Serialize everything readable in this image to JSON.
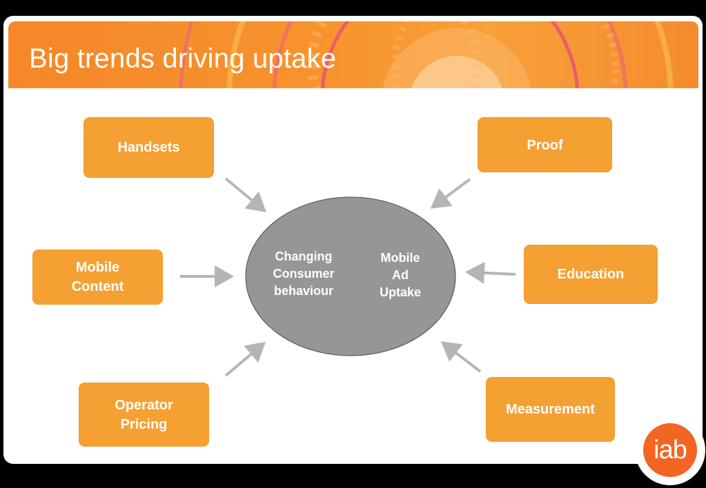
{
  "title": "Big trends driving uptake",
  "hub": {
    "left_label": "Changing\nConsumer\nbehaviour",
    "right_label": "Mobile\nAd\nUptake"
  },
  "nodes": {
    "handsets": "Handsets",
    "proof": "Proof",
    "mobile_content": "Mobile\nContent",
    "education": "Education",
    "operator_pricing": "Operator\nPricing",
    "measurement": "Measurement"
  },
  "logo": "iab",
  "colors": {
    "node_fill": "#f5a033",
    "hub_fill": "#969696",
    "arrow": "#b5b5b5",
    "banner": "#f7932d",
    "logo": "#f26522"
  }
}
